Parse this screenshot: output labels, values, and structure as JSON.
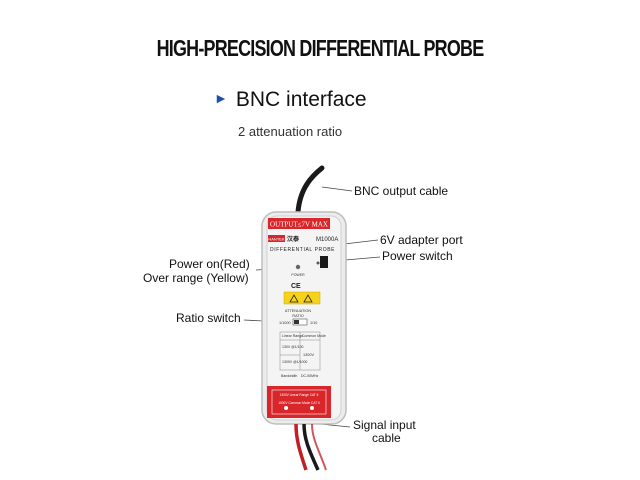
{
  "heading": "HIGH-PRECISION DIFFERENTIAL PROBE",
  "feature": "BNC interface",
  "ratio_note": "2 attenuation ratio",
  "callouts": {
    "bnc_cable": "BNC output cable",
    "adapter_port": "6V adapter port",
    "power_switch": "Power  switch",
    "power_on": "Power on(Red)",
    "over_range": "Over range (Yellow)",
    "ratio_switch": "Ratio switch",
    "signal_input_1": "Signal input",
    "signal_input_2": "cable"
  },
  "device": {
    "top_banner": "OUTPUT≤7V MAX",
    "brand": "HANTEK",
    "brand_cn": "汉泰",
    "model": "M1000A",
    "name": "DIFFERENTIAL PROBE",
    "power_label": "POWER",
    "ce_mark": "CE",
    "attenuation": "ATTENUATION",
    "attenuation2": "RATIO",
    "ratio_low": "1/1000",
    "ratio_high": "1/10",
    "table_head_1": "Linear Range",
    "table_head_2": "Common Mode",
    "row1_range": "130V @1/100",
    "row2_range": "1300V @1/1000",
    "common_mode": "1300V",
    "bandwidth": "Bandwidth",
    "bandwidth_value": "DC-50MHz",
    "red_line1": "1300V Linear Range CAT II",
    "red_line2": "1000V Common Mode CAT II"
  },
  "colors": {
    "title_black": "#111111",
    "arrow_blue": "#1f4fa8",
    "banner_red": "#d9262b",
    "body_grey": "#e9e9e9",
    "warning_yellow": "#f7d21b"
  }
}
